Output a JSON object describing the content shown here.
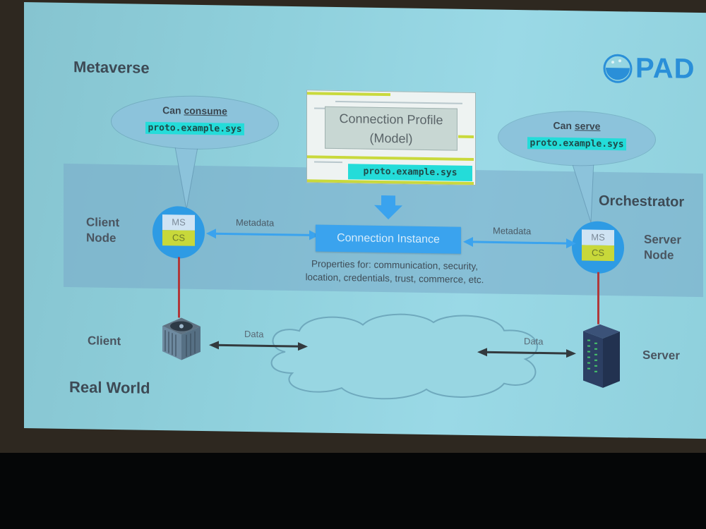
{
  "slide": {
    "logo_text": "PAD",
    "metaverse_label": "Metaverse",
    "real_world_label": "Real World",
    "orchestrator_label": "Orchestrator",
    "client_bubble": {
      "prefix": "Can ",
      "verb": "consume",
      "protocol": "proto.example.sys"
    },
    "server_bubble": {
      "prefix": "Can ",
      "verb": "serve",
      "protocol": "proto.example.sys"
    },
    "connection_profile": {
      "line1": "Connection Profile",
      "line2": "(Model)",
      "protocol": "proto.example.sys"
    },
    "client_node": {
      "line1": "Client",
      "line2": "Node",
      "ms": "MS",
      "cs": "CS"
    },
    "server_node": {
      "line1": "Server",
      "line2": "Node",
      "ms": "MS",
      "cs": "CS"
    },
    "metadata_left": "Metadata",
    "metadata_right": "Metadata",
    "connection_instance": "Connection Instance",
    "properties_line1": "Properties for: communication, security,",
    "properties_line2": "location, credentials, trust, commerce, etc.",
    "client_label": "Client",
    "server_label": "Server",
    "data_left": "Data",
    "data_right": "Data"
  },
  "colors": {
    "accent_blue": "#2e9be4",
    "highlight_cyan": "#24dcd9",
    "cs_yellow": "#c8d83a",
    "link_red": "#b0383a"
  }
}
